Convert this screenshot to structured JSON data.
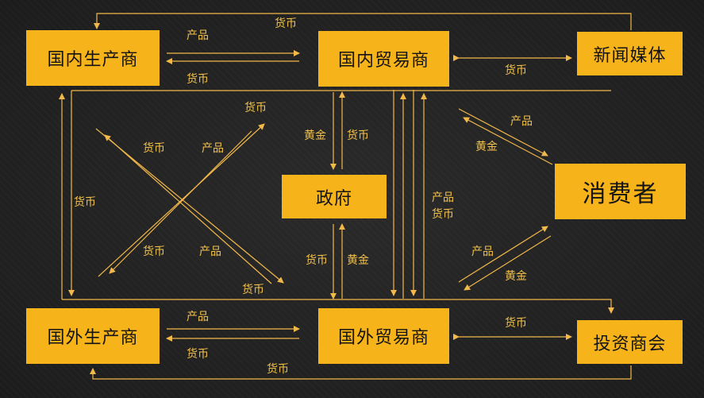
{
  "nodes": {
    "domestic_producer": "国内生产商",
    "domestic_trader": "国内贸易商",
    "news_media": "新闻媒体",
    "consumer": "消费者",
    "government": "政府",
    "foreign_producer": "国外生产商",
    "foreign_trader": "国外贸易商",
    "chamber_of_commerce": "投资商会"
  },
  "flows": {
    "top_loop": "货币",
    "dp_to_dt": "产品",
    "dt_to_dp": "货币",
    "dt_media": "货币",
    "left_loop": "货币",
    "x_upper_right": "货币",
    "x_upper_left": "货币",
    "x_upper_mid": "产品",
    "x_lower_left": "货币",
    "x_lower_mid": "产品",
    "x_lower_right": "货币",
    "gov_top_left": "黄金",
    "gov_top_right": "货币",
    "gov_bottom_left": "货币",
    "gov_bottom_right": "黄金",
    "center_product": "产品",
    "center_money": "货币",
    "consumer_upper_product": "产品",
    "consumer_upper_gold": "黄金",
    "consumer_lower_product": "产品",
    "consumer_lower_gold": "黄金",
    "fp_to_ft": "产品",
    "ft_to_fp": "货币",
    "ft_chamber": "货币",
    "bottom_loop": "货币"
  },
  "colors": {
    "box_fill": "#f7b31a",
    "arrow": "#f2b84a",
    "label": "#f2c14a",
    "background": "#232323"
  }
}
